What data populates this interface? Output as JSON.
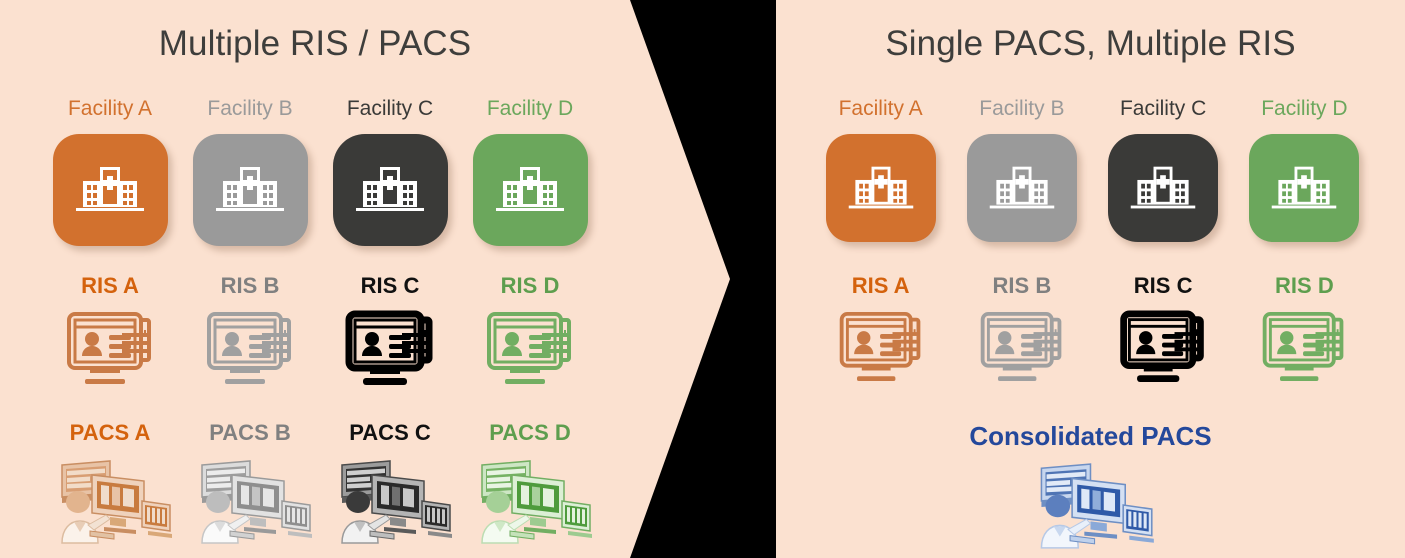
{
  "background_color": "#000000",
  "panel_color": "#FBE1D0",
  "colors": {
    "orange": "#D2712E",
    "orange_bold": "#D4620D",
    "gray": "#9A9A9A",
    "gray_bold": "#808080",
    "dark": "#3A3A38",
    "black": "#111111",
    "green": "#6BA75C",
    "green_bold": "#5E9E4E",
    "navy": "#24489B",
    "title": "#3E3E3C",
    "icon_white": "#FFFFFF"
  },
  "left_panel": {
    "title": "Multiple RIS / PACS",
    "facility_labels": [
      "Facility A",
      "Facility B",
      "Facility C",
      "Facility D"
    ],
    "ris_labels": [
      "RIS A",
      "RIS B",
      "RIS C",
      "RIS D"
    ],
    "pacs_labels": [
      "PACS A",
      "PACS B",
      "PACS C",
      "PACS D"
    ],
    "facility_icon_name": "hospital-building-icon",
    "ris_icon_name": "ris-monitor-record-icon",
    "pacs_icon_name": "pacs-workstation-icon"
  },
  "right_panel": {
    "title": "Single PACS, Multiple RIS",
    "facility_labels": [
      "Facility A",
      "Facility B",
      "Facility C",
      "Facility D"
    ],
    "ris_labels": [
      "RIS A",
      "RIS B",
      "RIS C",
      "RIS D"
    ],
    "consolidated_label": "Consolidated PACS",
    "facility_icon_name": "hospital-building-icon",
    "ris_icon_name": "ris-monitor-record-icon",
    "pacs_icon_name": "consolidated-pacs-workstation-icon"
  },
  "arrow": {
    "name": "right-pointing-chevron-divider",
    "color": "#000000"
  }
}
